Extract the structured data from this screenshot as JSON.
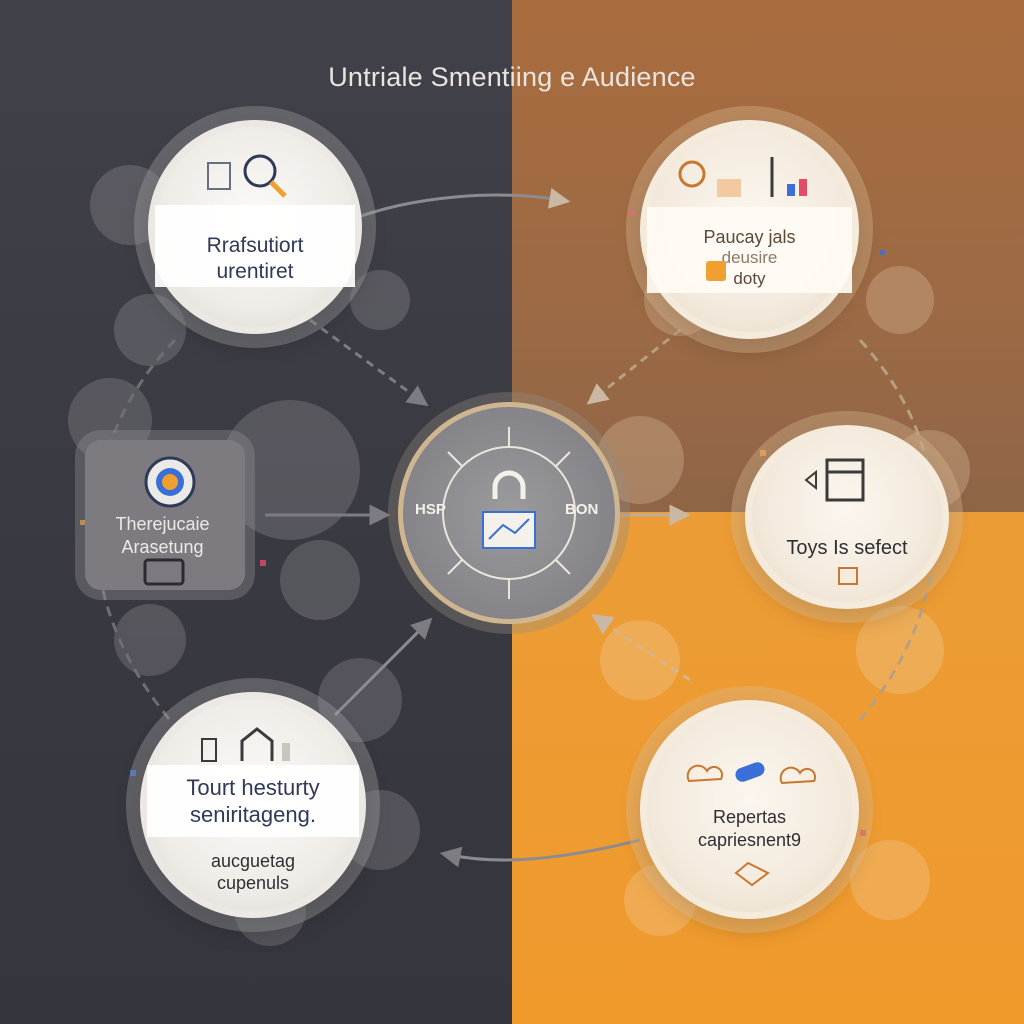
{
  "title": "Untriale Smentiing e Audience",
  "hub": {
    "left_label": "HSP",
    "right_label": "BON"
  },
  "nodes": {
    "top_left": {
      "line1": "Rrafsutiort",
      "line2": "urentiret"
    },
    "top_right": {
      "line1": "Paucay jals",
      "line2": "deusire",
      "line3": "doty"
    },
    "mid_left": {
      "line1": "Therejucaie",
      "line2": "Arasetung"
    },
    "mid_right": {
      "line1": "Toys Is sefect"
    },
    "bottom_left": {
      "line1": "Tourt hesturty",
      "line2": "seniritageng.",
      "line3": "aucguetag",
      "line4": "cupenuls"
    },
    "bottom_right": {
      "line1": "Repertas",
      "line2": "capriesnent9"
    }
  },
  "colors": {
    "dark": "#3b3a42",
    "brown": "#9c6a45",
    "orange": "#f09a2c",
    "accent_blue": "#3a6fd8",
    "accent_orange": "#f0a030"
  }
}
